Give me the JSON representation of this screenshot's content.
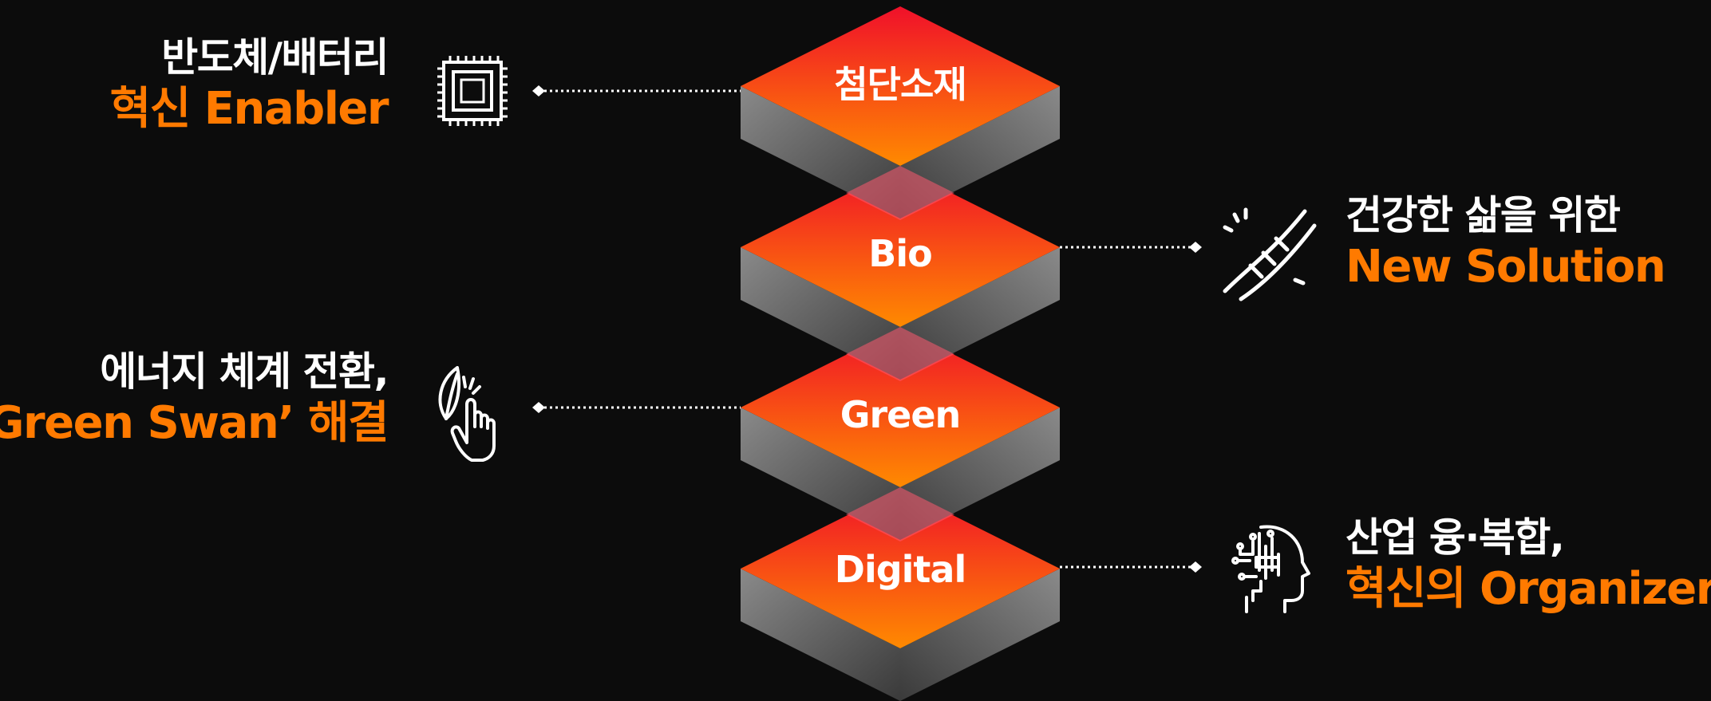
{
  "layers": [
    {
      "id": "advanced-materials",
      "name": "첨단소재"
    },
    {
      "id": "bio",
      "name": "Bio"
    },
    {
      "id": "green",
      "name": "Green"
    },
    {
      "id": "digital",
      "name": "Digital"
    }
  ],
  "callouts": {
    "materials": {
      "line1": "반도체/배터리",
      "line2": "혁신 Enabler",
      "icon": "chip-icon"
    },
    "bio": {
      "line1": "건강한 삶을 위한",
      "line2": "New Solution",
      "icon": "dna-icon"
    },
    "green": {
      "line1": "에너지 체계 전환,",
      "line2": "‘Green Swan’ 해결",
      "icon": "leaf-hand-icon"
    },
    "digital": {
      "line1": "산업 융·복합,",
      "line2": "혁신의 Organizer",
      "icon": "ai-head-icon"
    }
  },
  "colors": {
    "background": "#0c0c0c",
    "accent": "#ff7a00",
    "top_gradient_start": "#f0102a",
    "top_gradient_end": "#ff8a00",
    "side_light": "#7a7a7a",
    "side_dark": "#3a3a3a",
    "text": "#ffffff"
  }
}
